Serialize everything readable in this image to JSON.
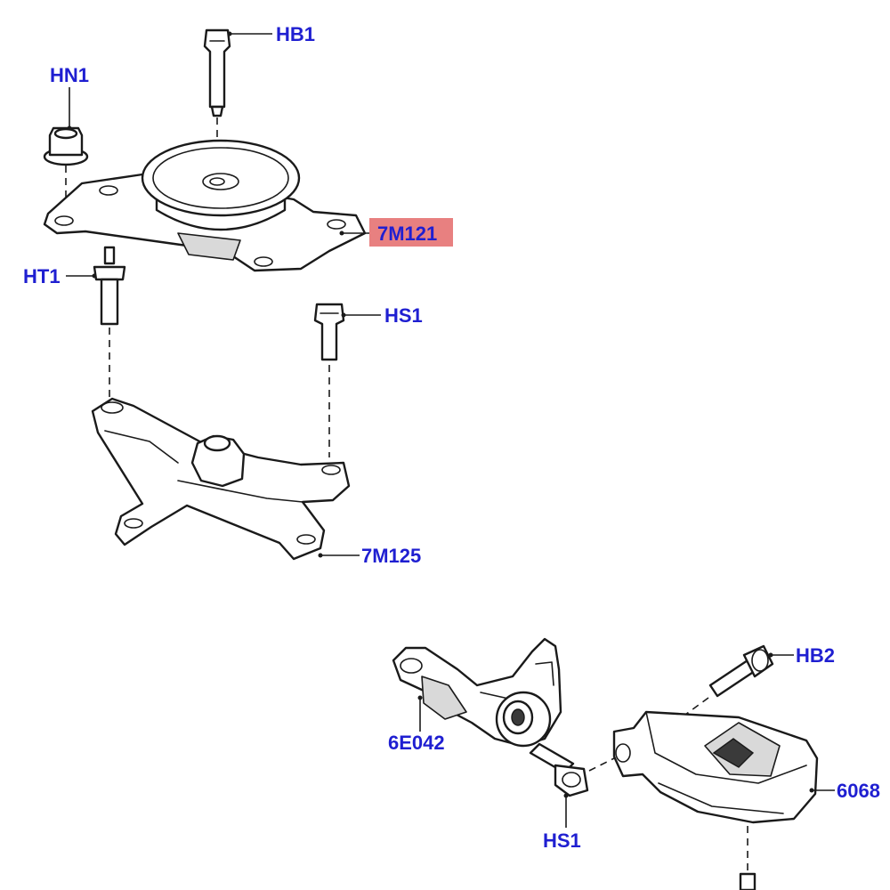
{
  "colors": {
    "label_text": "#1f1fd1",
    "highlight": "#e88080",
    "line": "#1a1a1a"
  },
  "callouts": {
    "hb1": "HB1",
    "hn1": "HN1",
    "m7m121": "7M121",
    "ht1": "HT1",
    "hs1_top": "HS1",
    "m7m125": "7M125",
    "hb2": "HB2",
    "e6e042": "6E042",
    "m6068": "6068",
    "hs1_bottom": "HS1"
  },
  "highlighted_callout": "7M121"
}
